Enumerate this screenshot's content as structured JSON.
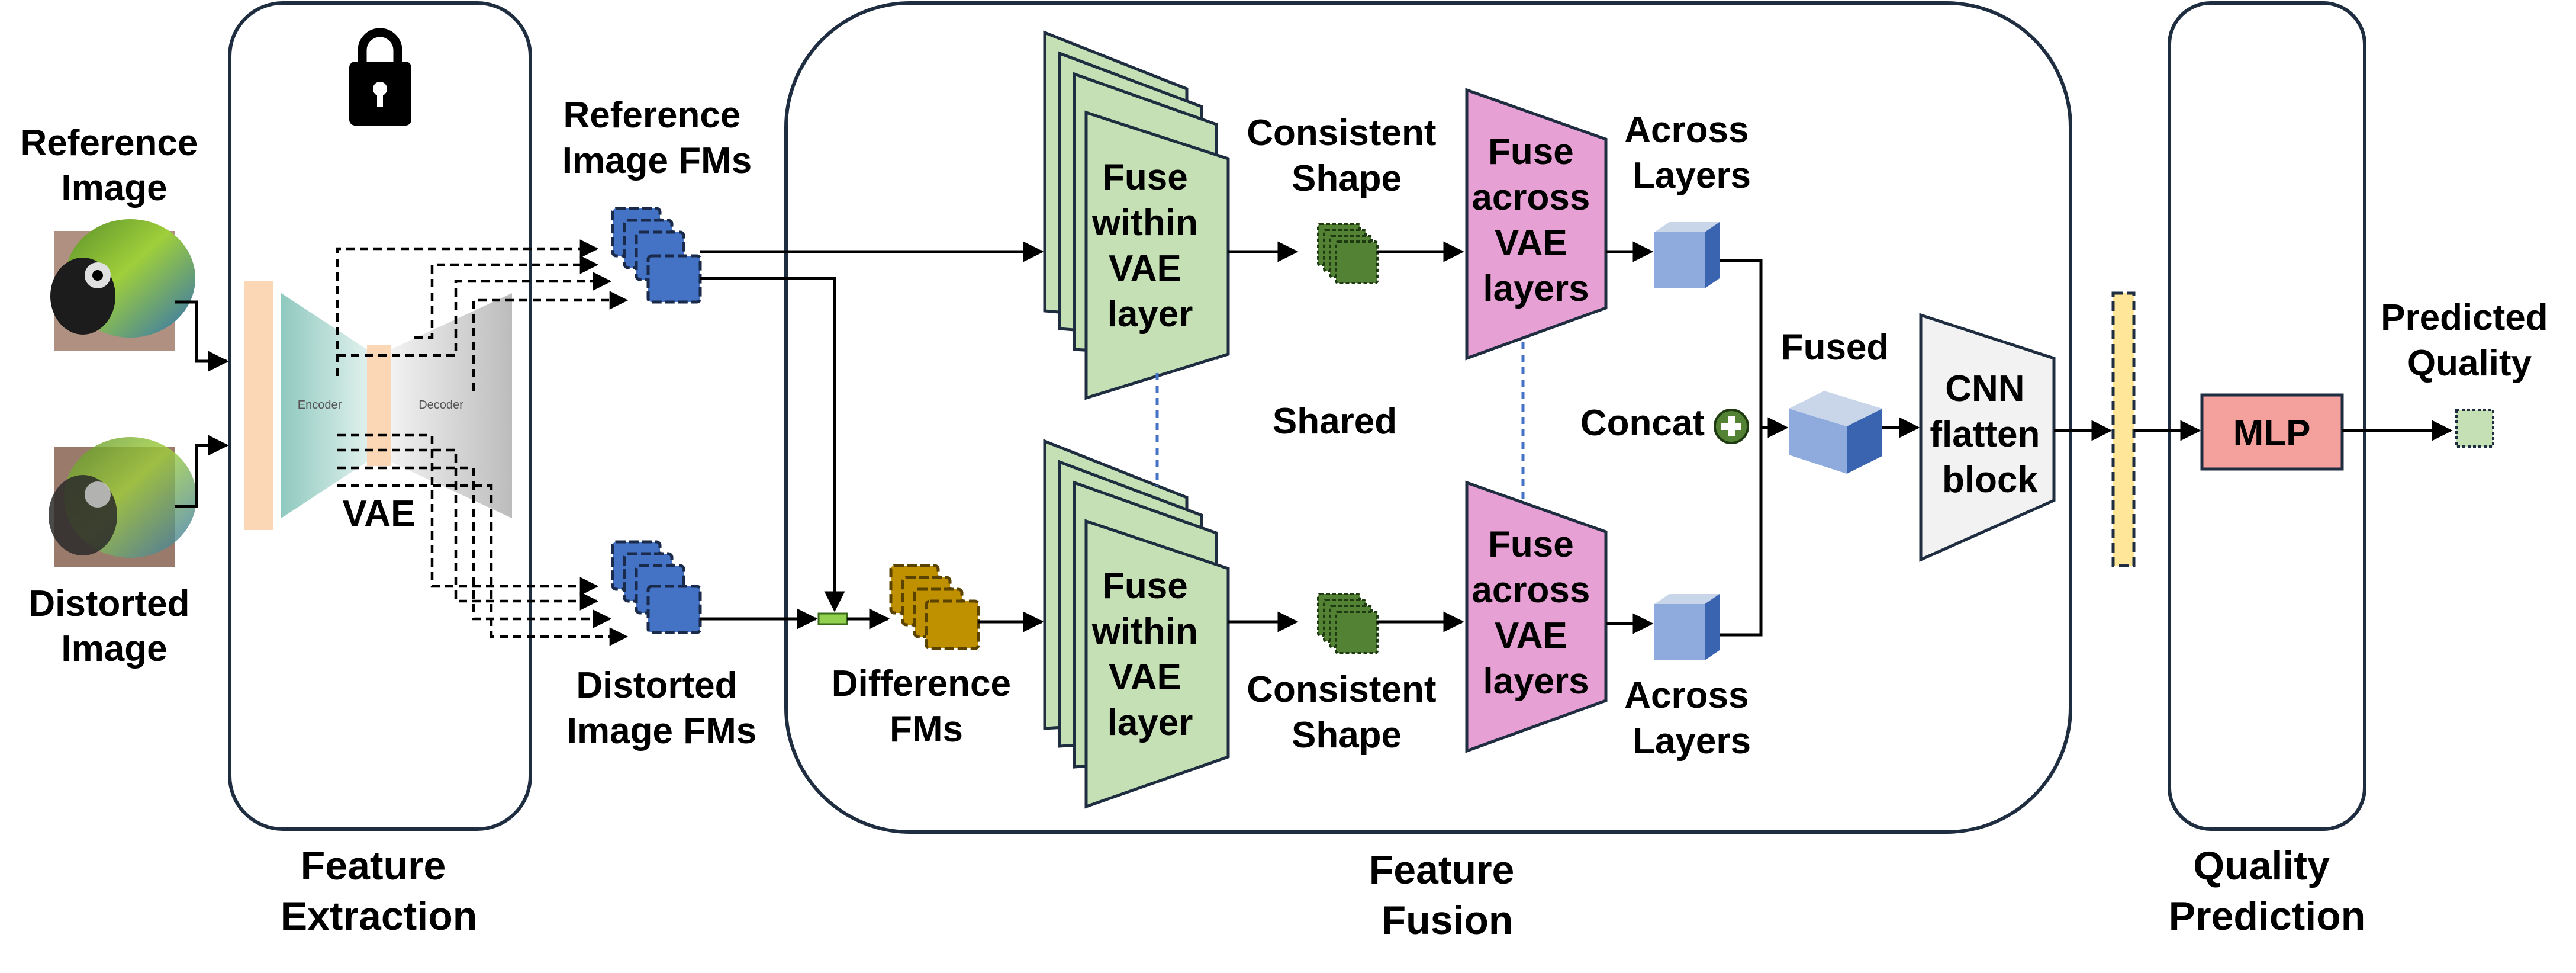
{
  "inputs": {
    "reference_label": [
      "Reference",
      "Image"
    ],
    "distorted_label": [
      "Distorted",
      "Image"
    ]
  },
  "vae": {
    "label": "VAE",
    "encoder": "Encoder",
    "decoder": "Decoder",
    "lock_icon": "lock-icon"
  },
  "feature_maps": {
    "reference_label": [
      "Reference",
      "Image FMs"
    ],
    "distorted_label": [
      "Distorted",
      "Image FMs"
    ],
    "difference_label": [
      "Difference",
      "FMs"
    ]
  },
  "fusion": {
    "fuse_within": [
      "Fuse",
      "within",
      "VAE",
      "layer"
    ],
    "fuse_across": [
      "Fuse",
      "across",
      "VAE",
      "layers"
    ],
    "consistent_shape": [
      "Consistent",
      "Shape"
    ],
    "across_layers": [
      "Across",
      "Layers"
    ],
    "shared": "Shared",
    "concat": "Concat",
    "fused": "Fused",
    "cnn_block": [
      "CNN",
      "flatten",
      "block"
    ]
  },
  "prediction": {
    "mlp": "MLP",
    "predicted_quality": [
      "Predicted",
      "Quality"
    ]
  },
  "stages": {
    "feature_extraction": [
      "Feature",
      "Extraction"
    ],
    "feature_fusion": [
      "Feature",
      "Fusion"
    ],
    "quality_prediction": [
      "Quality",
      "Prediction"
    ]
  },
  "colors": {
    "reference_fm": "#4472c4",
    "difference_fm": "#bf9000",
    "fuse_within": "#c5e0b4",
    "fuse_across": "#e6a0d4",
    "consistent_shape": "#548235",
    "cube": "#8faadc",
    "mlp": "#f4a09c",
    "flatten_bar": "#ffe699",
    "output": "#c5e0b4"
  }
}
